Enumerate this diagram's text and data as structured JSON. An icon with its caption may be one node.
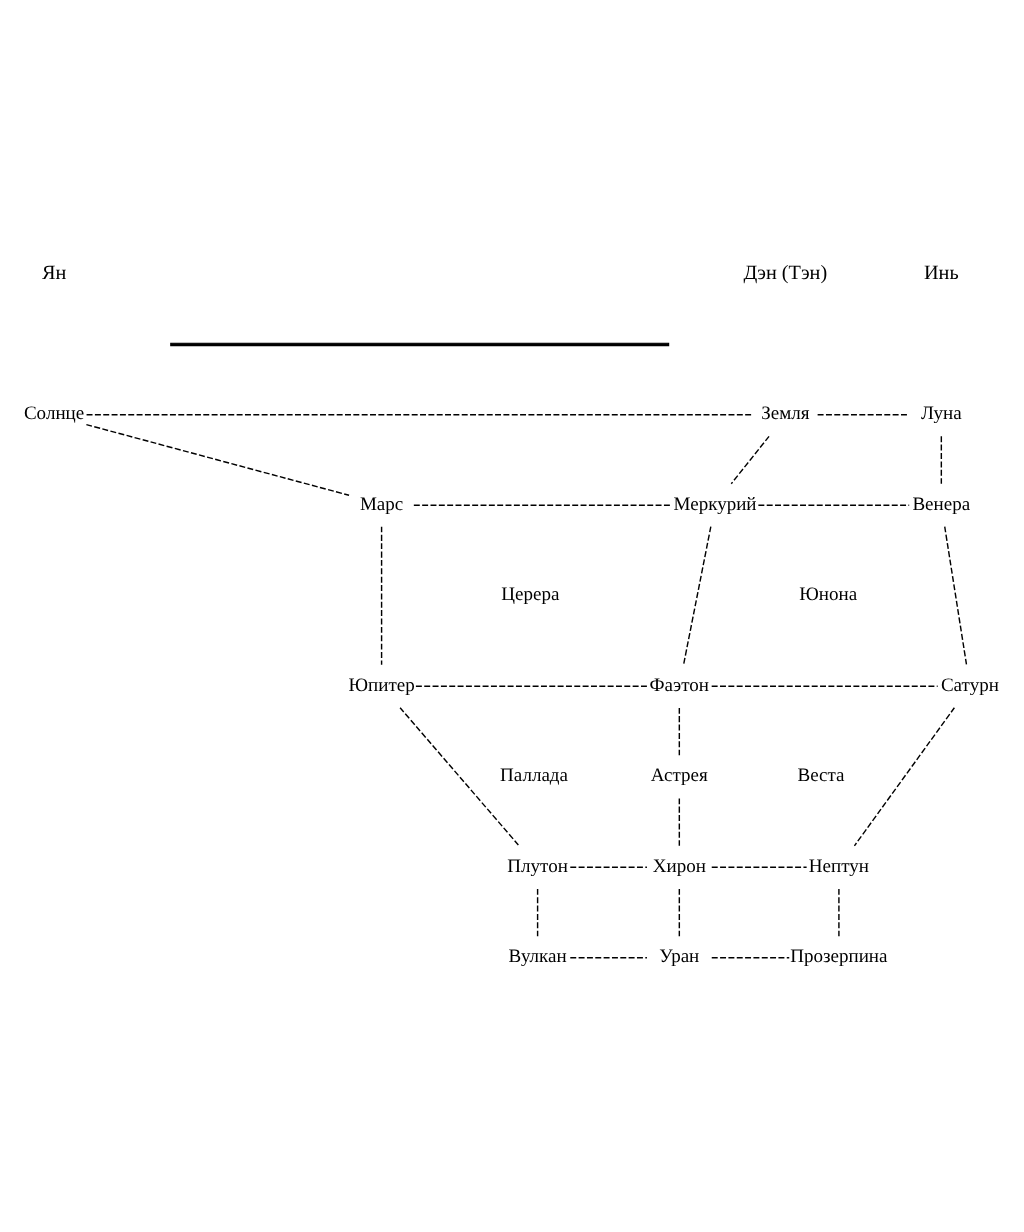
{
  "diagram": {
    "nodes": [
      {
        "text": [
          "Солнце"
        ]
      },
      {
        "text": [
          "Земля"
        ]
      },
      {
        "text": [
          "Луна"
        ]
      },
      {
        "text": [
          "Марс"
        ]
      },
      {
        "text": [
          "Меркурий"
        ]
      },
      {
        "text": [
          "Венера"
        ]
      },
      {
        "text": [
          "Церера"
        ]
      },
      {
        "text": [
          "Юнона"
        ]
      },
      {
        "text": [
          "Юпитер"
        ]
      },
      {
        "text": [
          "Фаэтон"
        ]
      },
      {
        "text": [
          "Сатурн"
        ]
      },
      {
        "text": [
          "Паллада"
        ]
      },
      {
        "text": [
          "Веста"
        ]
      },
      {
        "text": [
          "Астрея"
        ]
      },
      {
        "text": [
          "Плутон"
        ]
      },
      {
        "text": [
          "Хирон"
        ]
      },
      {
        "text": [
          "Нептун"
        ]
      },
      {
        "text": [
          "Вулкан"
        ]
      },
      {
        "text": [
          "Уран"
        ]
      },
      {
        "text": [
          "Прозерпина"
        ]
      }
    ],
    "edges": [
      {
        "from": 0,
        "to": 1,
        "arrow": "none",
        "style": "dashed"
      },
      {
        "from": 1,
        "to": 2,
        "arrow": "none",
        "style": "dashed"
      },
      {
        "from": 0,
        "to": 3,
        "arrow": "none",
        "style": "dashed"
      },
      {
        "from": 1,
        "to": 4,
        "arrow": "none",
        "style": "dashed"
      },
      {
        "from": 2,
        "to": 5,
        "arrow": "none",
        "style": "dashed"
      },
      {
        "from": 3,
        "to": 4,
        "arrow": "none",
        "style": "dashed"
      },
      {
        "from": 4,
        "to": 5,
        "arrow": "none",
        "style": "dashed"
      },
      {
        "from": 3,
        "to": 8,
        "arrow": "none",
        "style": "dashed"
      },
      {
        "from": 4,
        "to": 9,
        "arrow": "none",
        "style": "dashed"
      },
      {
        "from": 5,
        "to": 10,
        "arrow": "none",
        "style": "dashed"
      },
      {
        "from": 8,
        "to": 9,
        "arrow": "none",
        "style": "dashed"
      },
      {
        "from": 9,
        "to": 10,
        "arrow": "none",
        "style": "dashed"
      },
      {
        "from": 8,
        "to": 14,
        "arrow": "none",
        "style": "dashed"
      },
      {
        "from": 9,
        "to": 13,
        "arrow": "none",
        "style": "dashed"
      },
      {
        "from": 13,
        "to": 15,
        "arrow": "none",
        "style": "dashed"
      },
      {
        "from": 10,
        "to": 16,
        "arrow": "none",
        "style": "dashed"
      },
      {
        "from": 14,
        "to": 15,
        "arrow": "none",
        "style": "dashed"
      },
      {
        "from": 15,
        "to": 16,
        "arrow": "none",
        "style": "dashed"
      },
      {
        "from": 14,
        "to": 17,
        "arrow": "none",
        "style": "dashed"
      },
      {
        "from": 15,
        "to": 18,
        "arrow": "none",
        "style": "dashed"
      },
      {
        "from": 16,
        "to": 19,
        "arrow": "none",
        "style": "dashed"
      },
      {
        "from": 17,
        "to": 18,
        "arrow": "none",
        "style": "dashed"
      },
      {
        "from": 18,
        "to": 19,
        "arrow": "none",
        "style": "dashed"
      }
    ],
    "labels": [
      "Ян",
      "Дэн (Тэн)",
      "Инь"
    ]
  }
}
